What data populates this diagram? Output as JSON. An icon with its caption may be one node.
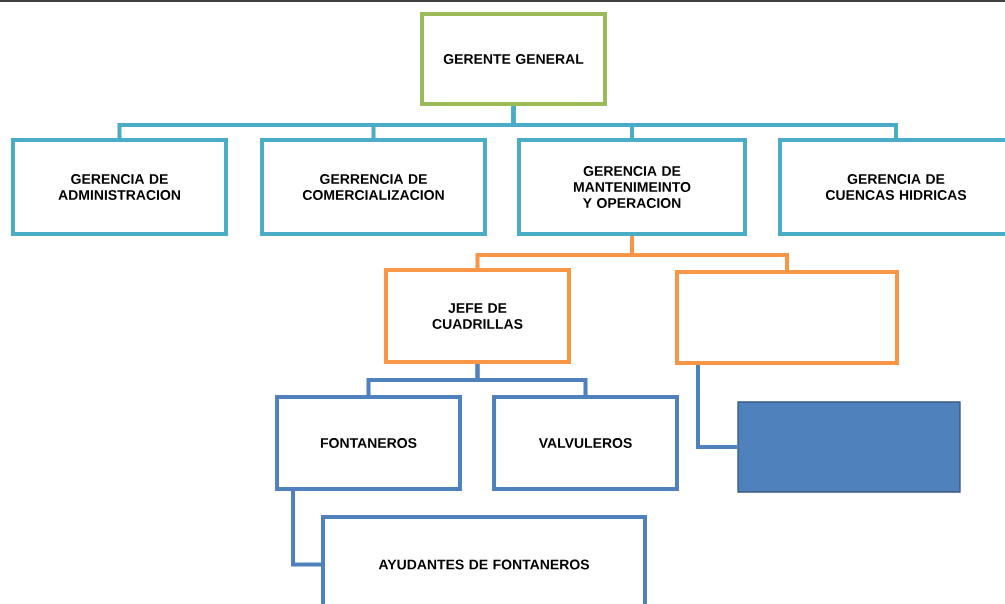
{
  "diagram": {
    "nodes": [
      {
        "text": [
          "GERENTE GENERAL"
        ]
      },
      {
        "text": [
          "GERENCIA DE ADMINISTRACION"
        ]
      },
      {
        "text": [
          "GERRENCIA DE COMERCIALIZACION"
        ]
      },
      {
        "text": [
          "GERENCIA DE MANTENIMEINTO Y OPERACION"
        ]
      },
      {
        "text": [
          "GERENCIA DE CUENCAS HIDRICAS"
        ]
      },
      {
        "text": [
          "JEFE DE CUADRILLAS"
        ]
      },
      {
        "text": [],
        "shape": "box"
      },
      {
        "text": [
          "FONTANEROS"
        ]
      },
      {
        "text": [
          "VALVULEROS"
        ]
      },
      {
        "text": [],
        "shape": "box"
      },
      {
        "text": [
          "AYUDANTES DE FONTANEROS"
        ]
      }
    ],
    "edges": [
      {
        "from": 0,
        "to": 1,
        "arrow": "none"
      },
      {
        "from": 0,
        "to": 2,
        "arrow": "none"
      },
      {
        "from": 0,
        "to": 3,
        "arrow": "none"
      },
      {
        "from": 0,
        "to": 4,
        "arrow": "none"
      },
      {
        "from": 3,
        "to": 5,
        "arrow": "none",
        "color": "#f79646"
      },
      {
        "from": 3,
        "to": 6,
        "arrow": "none",
        "color": "#f79646"
      },
      {
        "from": 5,
        "to": 7,
        "arrow": "none",
        "color": "#4f81bd"
      },
      {
        "from": 5,
        "to": 8,
        "arrow": "none",
        "color": "#4f81bd"
      },
      {
        "from": 6,
        "to": 9,
        "arrow": "none",
        "color": "#4f81bd"
      },
      {
        "from": 7,
        "to": 10,
        "arrow": "none",
        "color": "#4f81bd"
      }
    ]
  }
}
